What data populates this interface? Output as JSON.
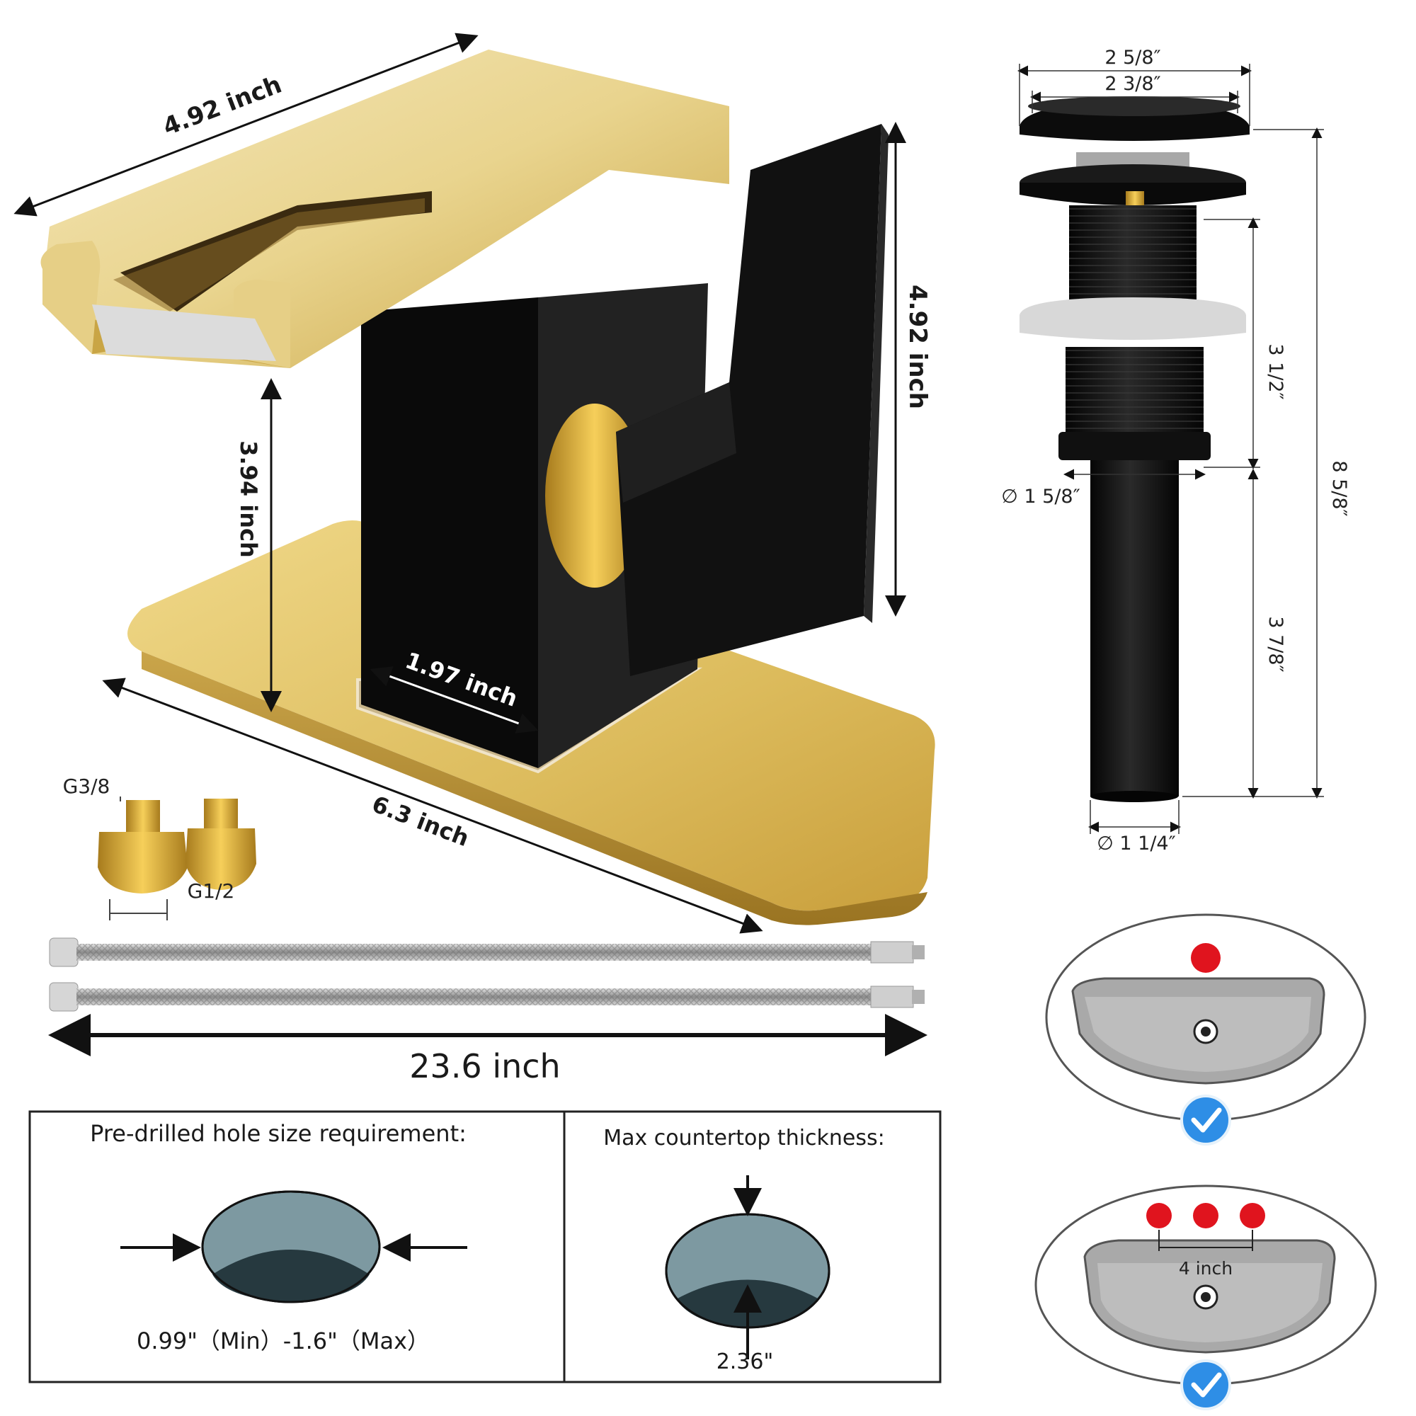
{
  "faucet": {
    "spout_length": "4.92 inch",
    "height": "4.92 inch",
    "spout_clearance": "3.94 inch",
    "base_width": "1.97 inch",
    "deck_plate_length": "6.3 inch"
  },
  "adapters": {
    "top_thread": "G3/8",
    "bottom_thread": "G1/2"
  },
  "hoses": {
    "length": "23.6 inch"
  },
  "drain": {
    "cap_diameter_outer": "2 5/8″",
    "cap_diameter_inner": "2 3/8″",
    "upper_length": "3 1/2″",
    "thread_diameter": "∅ 1 5/8″",
    "lower_length": "3 7/8″",
    "tail_diameter": "∅ 1 1/4″",
    "total_length": "8 5/8″"
  },
  "installation": {
    "hole_title": "Pre-drilled hole size requirement:",
    "hole_range": "0.99\"（Min）-1.6\"（Max）",
    "countertop_title": "Max countertop thickness:",
    "countertop_value": "2.36\"",
    "spacing_label": "4 inch"
  },
  "colors": {
    "gold": "#d9b95a",
    "black": "#141414",
    "hole_check": "#2e8ee6",
    "tap_dot": "#e0141e"
  }
}
